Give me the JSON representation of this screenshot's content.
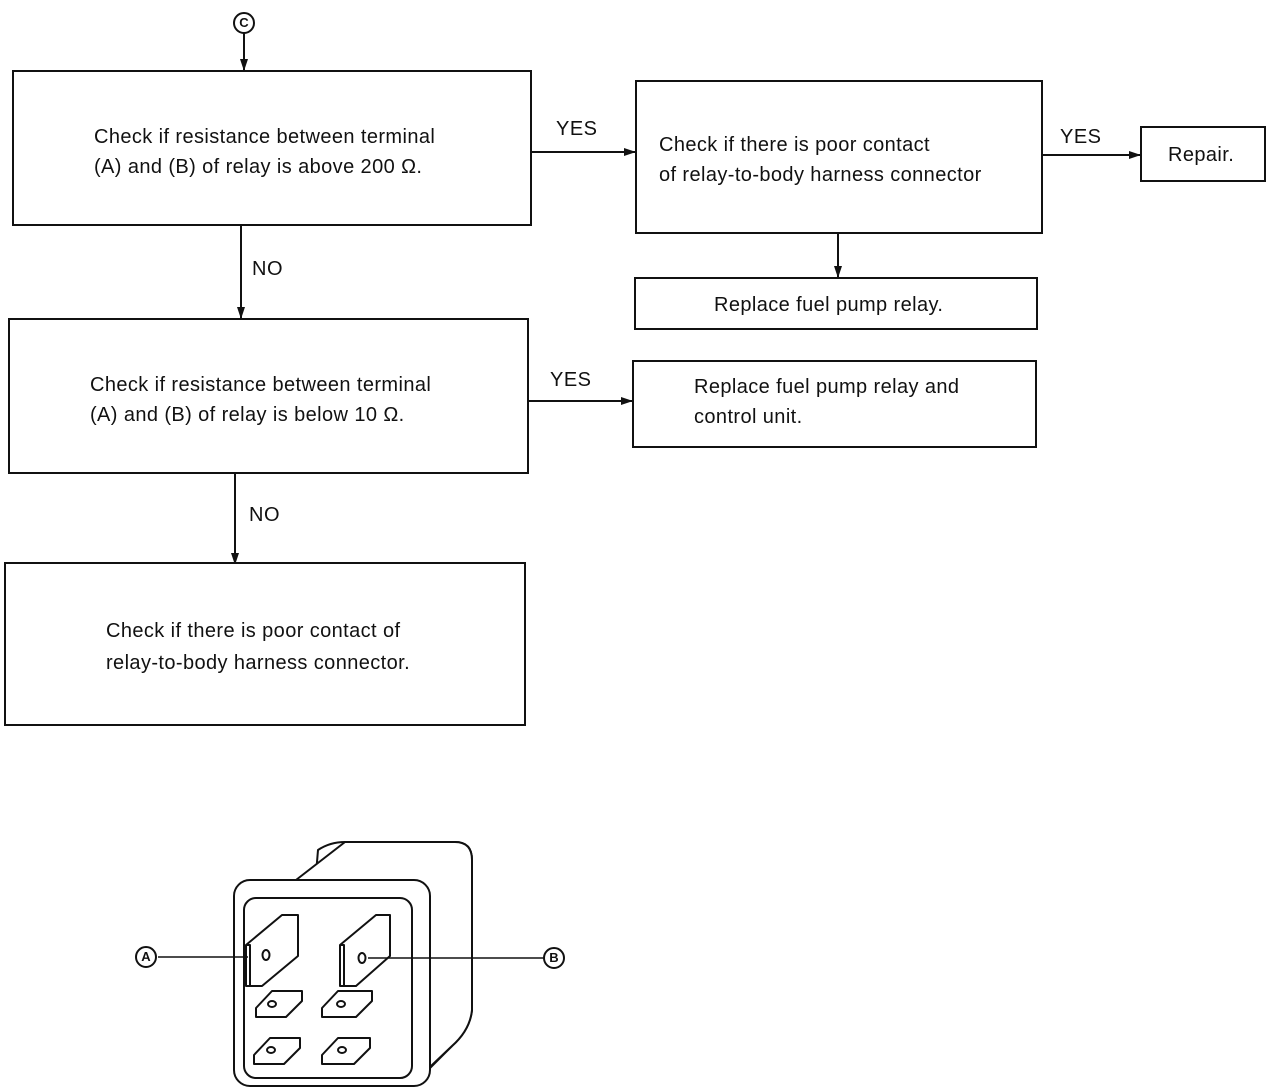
{
  "corner_mark": "",
  "entry_connector": "C",
  "boxes": {
    "check_above_200": {
      "line1": "Check if resistance between terminal",
      "line2": "(A) and (B) of relay is above 200 Ω."
    },
    "check_poor_contact_top": {
      "line1": "Check if there is poor contact",
      "line2": "of relay-to-body  harness connector"
    },
    "repair": {
      "line1": "Repair."
    },
    "replace_relay": {
      "line1": "Replace fuel pump relay."
    },
    "check_below_10": {
      "line1": "Check if resistance between terminal",
      "line2": "(A) and (B) of relay is below 10 Ω."
    },
    "replace_relay_control": {
      "line1": "Replace fuel pump relay and",
      "line2": "control unit."
    },
    "check_poor_contact_bottom": {
      "line1": "Check if there is poor contact of",
      "line2": "relay-to-body harness connector."
    }
  },
  "labels": {
    "yes_1": "YES",
    "yes_2": "YES",
    "no_1": "NO",
    "yes_3": "YES",
    "no_2": "NO"
  },
  "relay_diagram": {
    "terminal_a": "A",
    "terminal_b": "B"
  }
}
